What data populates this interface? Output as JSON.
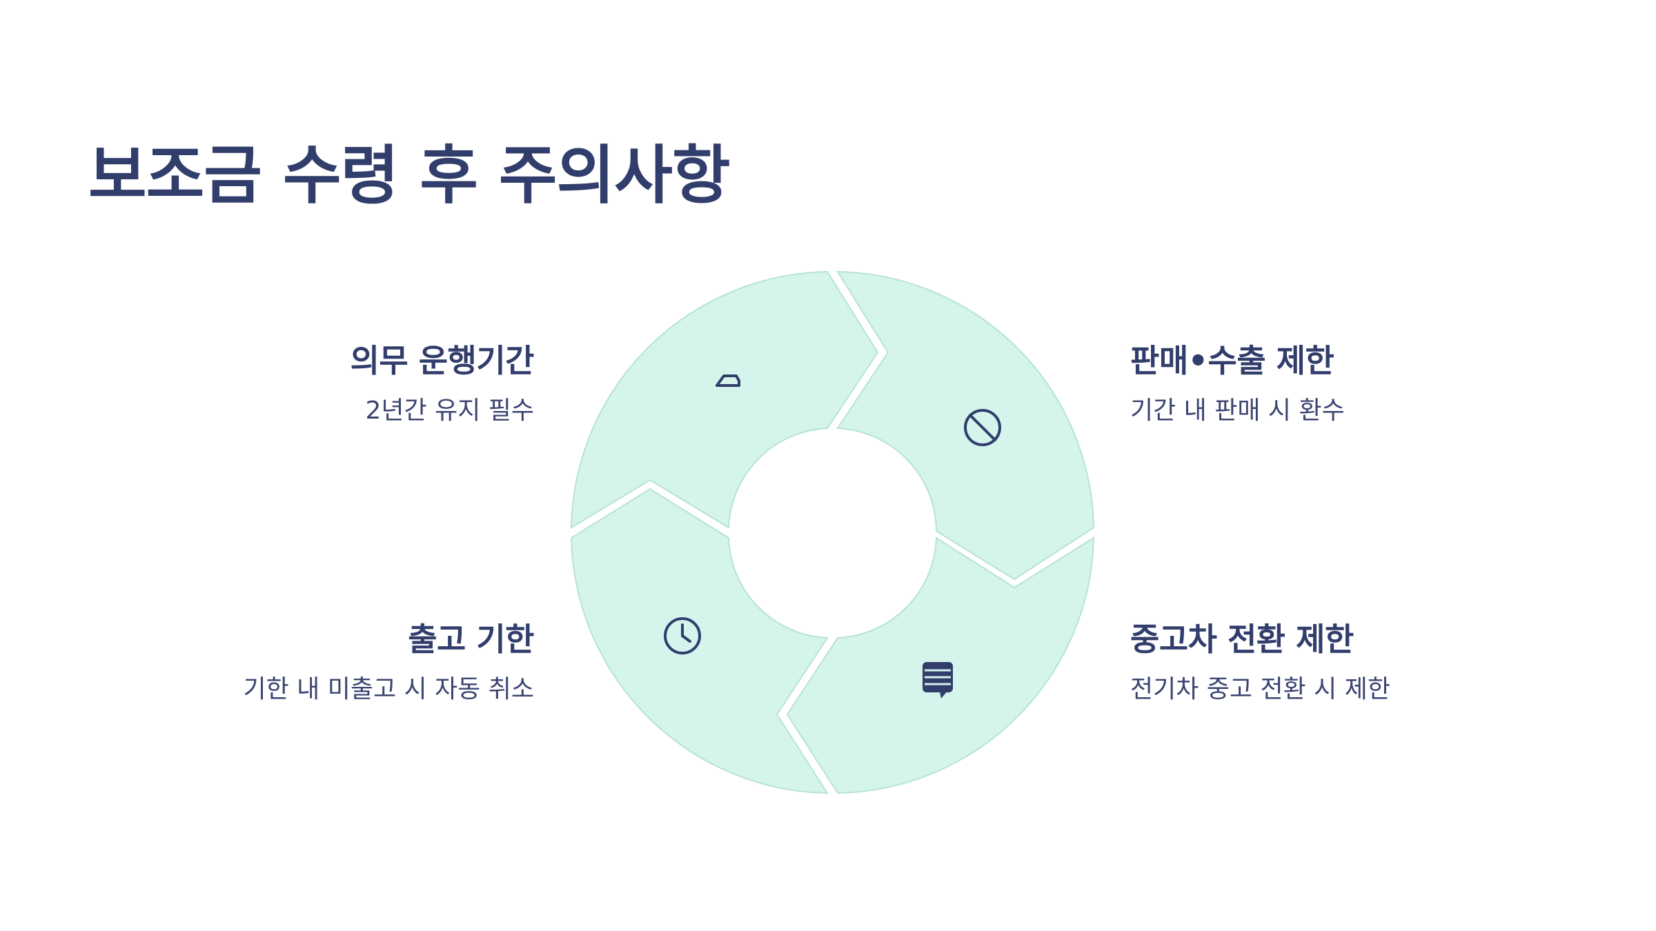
{
  "title": "보조금 수령 후 주의사항",
  "steps": [
    {
      "title": "의무 운행기간",
      "desc": "2년간 유지 필수",
      "icon": "car-icon"
    },
    {
      "title": "판매•수출 제한",
      "desc": "기간 내 판매 시 환수",
      "icon": "no-entry-icon"
    },
    {
      "title": "중고차 전환 제한",
      "desc": "전기차 중고 전환 시 제한",
      "icon": "message-icon"
    },
    {
      "title": "출고 기한",
      "desc": "기한 내 미출고 시 자동 취소",
      "icon": "clock-icon"
    }
  ],
  "colors": {
    "title": "#313d6b",
    "segment_fill": "#d5f4ec",
    "segment_stroke": "#b6e3d6",
    "icon": "#313d6b"
  }
}
